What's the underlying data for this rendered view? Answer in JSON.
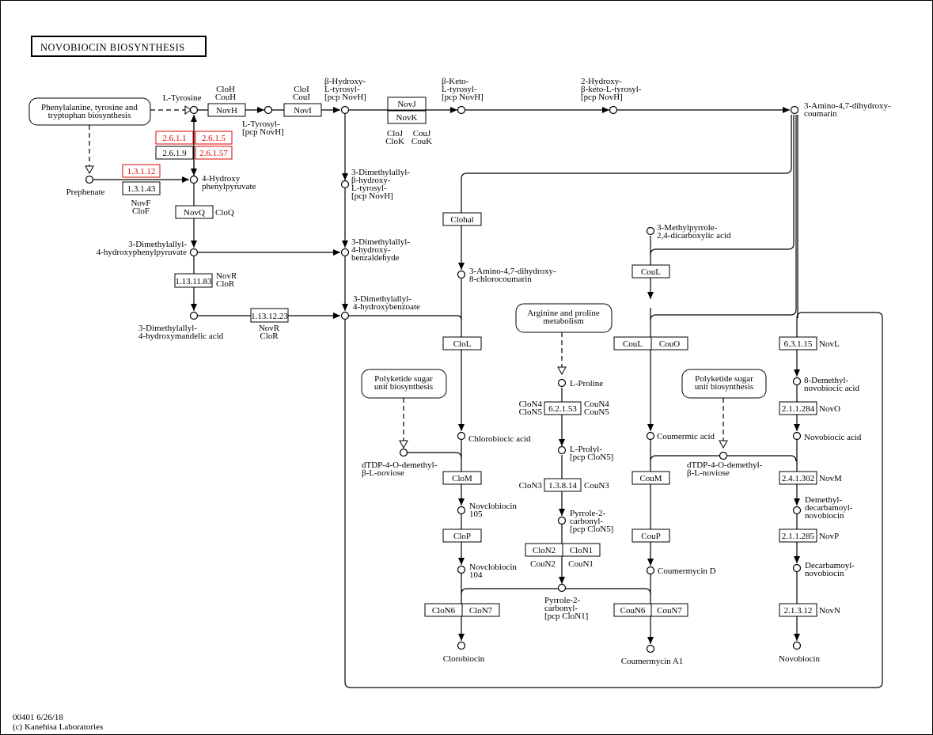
{
  "title": "NOVOBIOCIN BIOSYNTHESIS",
  "footer": {
    "map_id_date": "00401 6/26/18",
    "copyright": "(c) Kanehisa Laboratories"
  },
  "colors": {
    "highlight": "#e00000",
    "default": "#000000"
  },
  "maps": {
    "phe_tyr_trp": [
      "Phenylalanine, tyrosine and",
      "tryptophan biosynthesis"
    ],
    "arg_pro": [
      "Arginine and proline",
      "metabolism"
    ],
    "polyketide_left": [
      "Polyketide sugar",
      "unit biosynthesis"
    ],
    "polyketide_right": [
      "Polyketide sugar",
      "unit biosynthesis"
    ]
  },
  "compounds": {
    "l_tyrosine": [
      "L-Tyrosine"
    ],
    "prephenate": [
      "Prephenate"
    ],
    "hydroxyphenylpyruvate": [
      "4-Hydroxy",
      "phenylpyruvate"
    ],
    "l_tyrosyl_pcp": [
      "L-Tyrosyl-",
      "[pcp NovH]"
    ],
    "b_hydroxy_tyrosyl": [
      "β-Hydroxy-",
      "L-tyrosyl-",
      "[pcp NovH]"
    ],
    "b_keto_tyrosyl": [
      "β-Keto-",
      "L-tyrosyl-",
      "[pcp NovH]"
    ],
    "hydroxy_keto_tyrosyl": [
      "2-Hydroxy-",
      "β-keto-L-tyrosyl-",
      "[pcp NovH]"
    ],
    "amino_dihydroxycoumarin": [
      "3-Amino-4,7-dihydroxy-",
      "coumarin"
    ],
    "dimethylallyl_hydroxy_tyrosyl": [
      "3-Dimethylallyl-",
      "β-hydroxy-",
      "L-tyrosyl-",
      "[pcp NovH]"
    ],
    "dimethylallyl_hpp": [
      "3-Dimethylallyl-",
      "4-hydroxyphenylpyruvate"
    ],
    "dimethylallyl_hbald": [
      "3-Dimethylallyl-",
      "4-hydroxy-",
      "benzaldehyde"
    ],
    "dimethylallyl_hmandelic": [
      "3-Dimethylallyl-",
      "4-hydroxymandelic acid"
    ],
    "dimethylallyl_hbenzoate": [
      "3-Dimethylallyl-",
      "4-hydroxybenzoate"
    ],
    "amino_chlorocoumarin": [
      "3-Amino-4,7-dihydroxy-",
      "8-chlorocoumarin"
    ],
    "methylpyrrole_dicarboxylic": [
      "3-Methylpyrrole-",
      "2,4-dicarboxylic acid"
    ],
    "chlorobiocic_acid": [
      "Chlorobiocic acid"
    ],
    "dtdp_left": [
      "dTDP-4-O-demethyl-",
      "β-L-noviose"
    ],
    "novclobiocin105": [
      "Novclobiocin",
      "105"
    ],
    "novclobiocin104": [
      "Novclobiocin",
      "104"
    ],
    "clorobiocin": [
      "Clorobiocin"
    ],
    "l_proline": [
      "L-Proline"
    ],
    "l_prolyl_pcp": [
      "L-Prolyl-",
      "[pcp CloN5]"
    ],
    "pyrrole_carbonyl_n5": [
      "Pyrrole-2-",
      "carbonyl-",
      "[pcp CloN5]"
    ],
    "pyrrole_carbonyl_n1": [
      "Pyrrole-2-",
      "carbonyl-",
      "[pcp CloN1]"
    ],
    "coumermic_acid": [
      "Coumermic acid"
    ],
    "dtdp_right": [
      "dTDP-4-O-demethyl-",
      "β-L-noviose"
    ],
    "coumermycin_d": [
      "Coumermycin D"
    ],
    "coumermycin_a1": [
      "Coumermycin A1"
    ],
    "demethyl_novobiocic": [
      "8-Demethyl-",
      "novobiocic acid"
    ],
    "novobiocic_acid": [
      "Novobiocic acid"
    ],
    "demethyl_decarbamoyl": [
      "Demethyl-",
      "decarbamoyl-",
      "novobiocin"
    ],
    "decarbamoyl_novobiocin": [
      "Decarbamoyl-",
      "novobiocin"
    ],
    "novobiocin": [
      "Novobiocin"
    ]
  },
  "enzymes": {
    "e2611": {
      "label": "2.6.1.1",
      "highlighted": true
    },
    "e2615": {
      "label": "2.6.1.5",
      "highlighted": true
    },
    "e2619": {
      "label": "2.6.1.9",
      "highlighted": false
    },
    "e26157": {
      "label": "2.6.1.57",
      "highlighted": true
    },
    "e13112": {
      "label": "1.3.1.12",
      "highlighted": true
    },
    "e13143": {
      "label": "1.3.1.43",
      "highlighted": false
    },
    "novh": {
      "label": "NovH",
      "highlighted": false
    },
    "novi": {
      "label": "NovI",
      "highlighted": false
    },
    "novj": {
      "label": "NovJ",
      "highlighted": false
    },
    "novk": {
      "label": "NovK",
      "highlighted": false
    },
    "novq": {
      "label": "NovQ",
      "highlighted": false
    },
    "e1131183": {
      "label": "1.13.11.83",
      "highlighted": false
    },
    "e1131223": {
      "label": "1.13.12.23",
      "highlighted": false
    },
    "clohal": {
      "label": "Clohal",
      "highlighted": false
    },
    "cloL": {
      "label": "CloL",
      "highlighted": false
    },
    "cloM": {
      "label": "CloM",
      "highlighted": false
    },
    "cloP": {
      "label": "CloP",
      "highlighted": false
    },
    "cloN6": {
      "label": "CloN6",
      "highlighted": false
    },
    "cloN7": {
      "label": "CloN7",
      "highlighted": false
    },
    "e621053": {
      "label": "6.2.1.53",
      "highlighted": false
    },
    "e13814": {
      "label": "1.3.8.14",
      "highlighted": false
    },
    "cloN2": {
      "label": "CloN2",
      "highlighted": false
    },
    "cloN1": {
      "label": "CloN1",
      "highlighted": false
    },
    "couL_top": {
      "label": "CouL",
      "highlighted": false
    },
    "couL": {
      "label": "CouL",
      "highlighted": false
    },
    "couO": {
      "label": "CouO",
      "highlighted": false
    },
    "couM": {
      "label": "CouM",
      "highlighted": false
    },
    "couP": {
      "label": "CouP",
      "highlighted": false
    },
    "couN6": {
      "label": "CouN6",
      "highlighted": false
    },
    "couN7": {
      "label": "CouN7",
      "highlighted": false
    },
    "e63115": {
      "label": "6.3.1.15",
      "highlighted": false
    },
    "e211284": {
      "label": "2.1.1.284",
      "highlighted": false
    },
    "e241302": {
      "label": "2.4.1.302",
      "highlighted": false
    },
    "e211285": {
      "label": "2.1.1.285",
      "highlighted": false
    },
    "e21312": {
      "label": "2.1.3.12",
      "highlighted": false
    }
  },
  "gene_labels": {
    "cloh_couh": [
      "CloH",
      "CouH"
    ],
    "cloi_coui": [
      "CloI",
      "CouI"
    ],
    "cloj_clok": [
      "CloJ",
      "CloK"
    ],
    "couj_couk": [
      "CouJ",
      "CouK"
    ],
    "novf_clof": [
      "NovF",
      "CloF"
    ],
    "cloq": [
      "CloQ"
    ],
    "novr_clor_1": [
      "NovR",
      "CloR"
    ],
    "novr_clor_2": [
      "NovR",
      "CloR"
    ],
    "clon4_clon5": [
      "CloN4",
      "CloN5"
    ],
    "coun4_coun5": [
      "CouN4",
      "CouN5"
    ],
    "clon3": [
      "CloN3"
    ],
    "coun3": [
      "CouN3"
    ],
    "coun2": [
      "CouN2"
    ],
    "coun1": [
      "CouN1"
    ],
    "novl": [
      "NovL"
    ],
    "novo": [
      "NovO"
    ],
    "novm": [
      "NovM"
    ],
    "novp": [
      "NovP"
    ],
    "novn": [
      "NovN"
    ]
  }
}
